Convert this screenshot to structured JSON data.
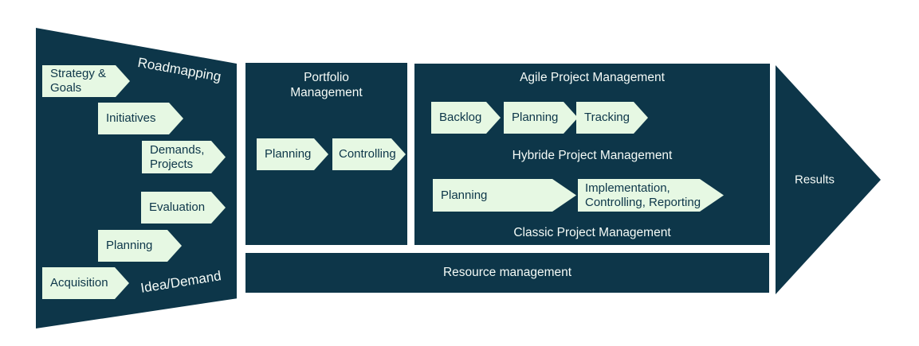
{
  "colors": {
    "panel_navy": "#0d3649",
    "arrow_green": "#e6f8e3",
    "title_text": "#f5fbf7",
    "background": "#ffffff"
  },
  "funnel": {
    "top_label": "Roadmapping",
    "bottom_label": "Idea/Demand",
    "arrows": [
      {
        "label": "Strategy &\nGoals"
      },
      {
        "label": "Initiatives"
      },
      {
        "label": "Demands,\nProjects"
      },
      {
        "label": "Evaluation"
      },
      {
        "label": "Planning"
      },
      {
        "label": "Acquisition"
      }
    ]
  },
  "portfolio": {
    "title": "Portfolio\nManagement",
    "arrows": [
      {
        "label": "Planning"
      },
      {
        "label": "Controlling"
      }
    ]
  },
  "projects": {
    "agile_title": "Agile Project Management",
    "agile_arrows": [
      {
        "label": "Backlog"
      },
      {
        "label": "Planning"
      },
      {
        "label": "Tracking"
      }
    ],
    "hybride_title": "Hybride Project Management",
    "hybride_arrows": [
      {
        "label": "Planning"
      },
      {
        "label": "Implementation,\nControlling, Reporting"
      }
    ],
    "classic_title": "Classic Project Management"
  },
  "resource_bar": {
    "label": "Resource management"
  },
  "results": {
    "label": "Results"
  }
}
